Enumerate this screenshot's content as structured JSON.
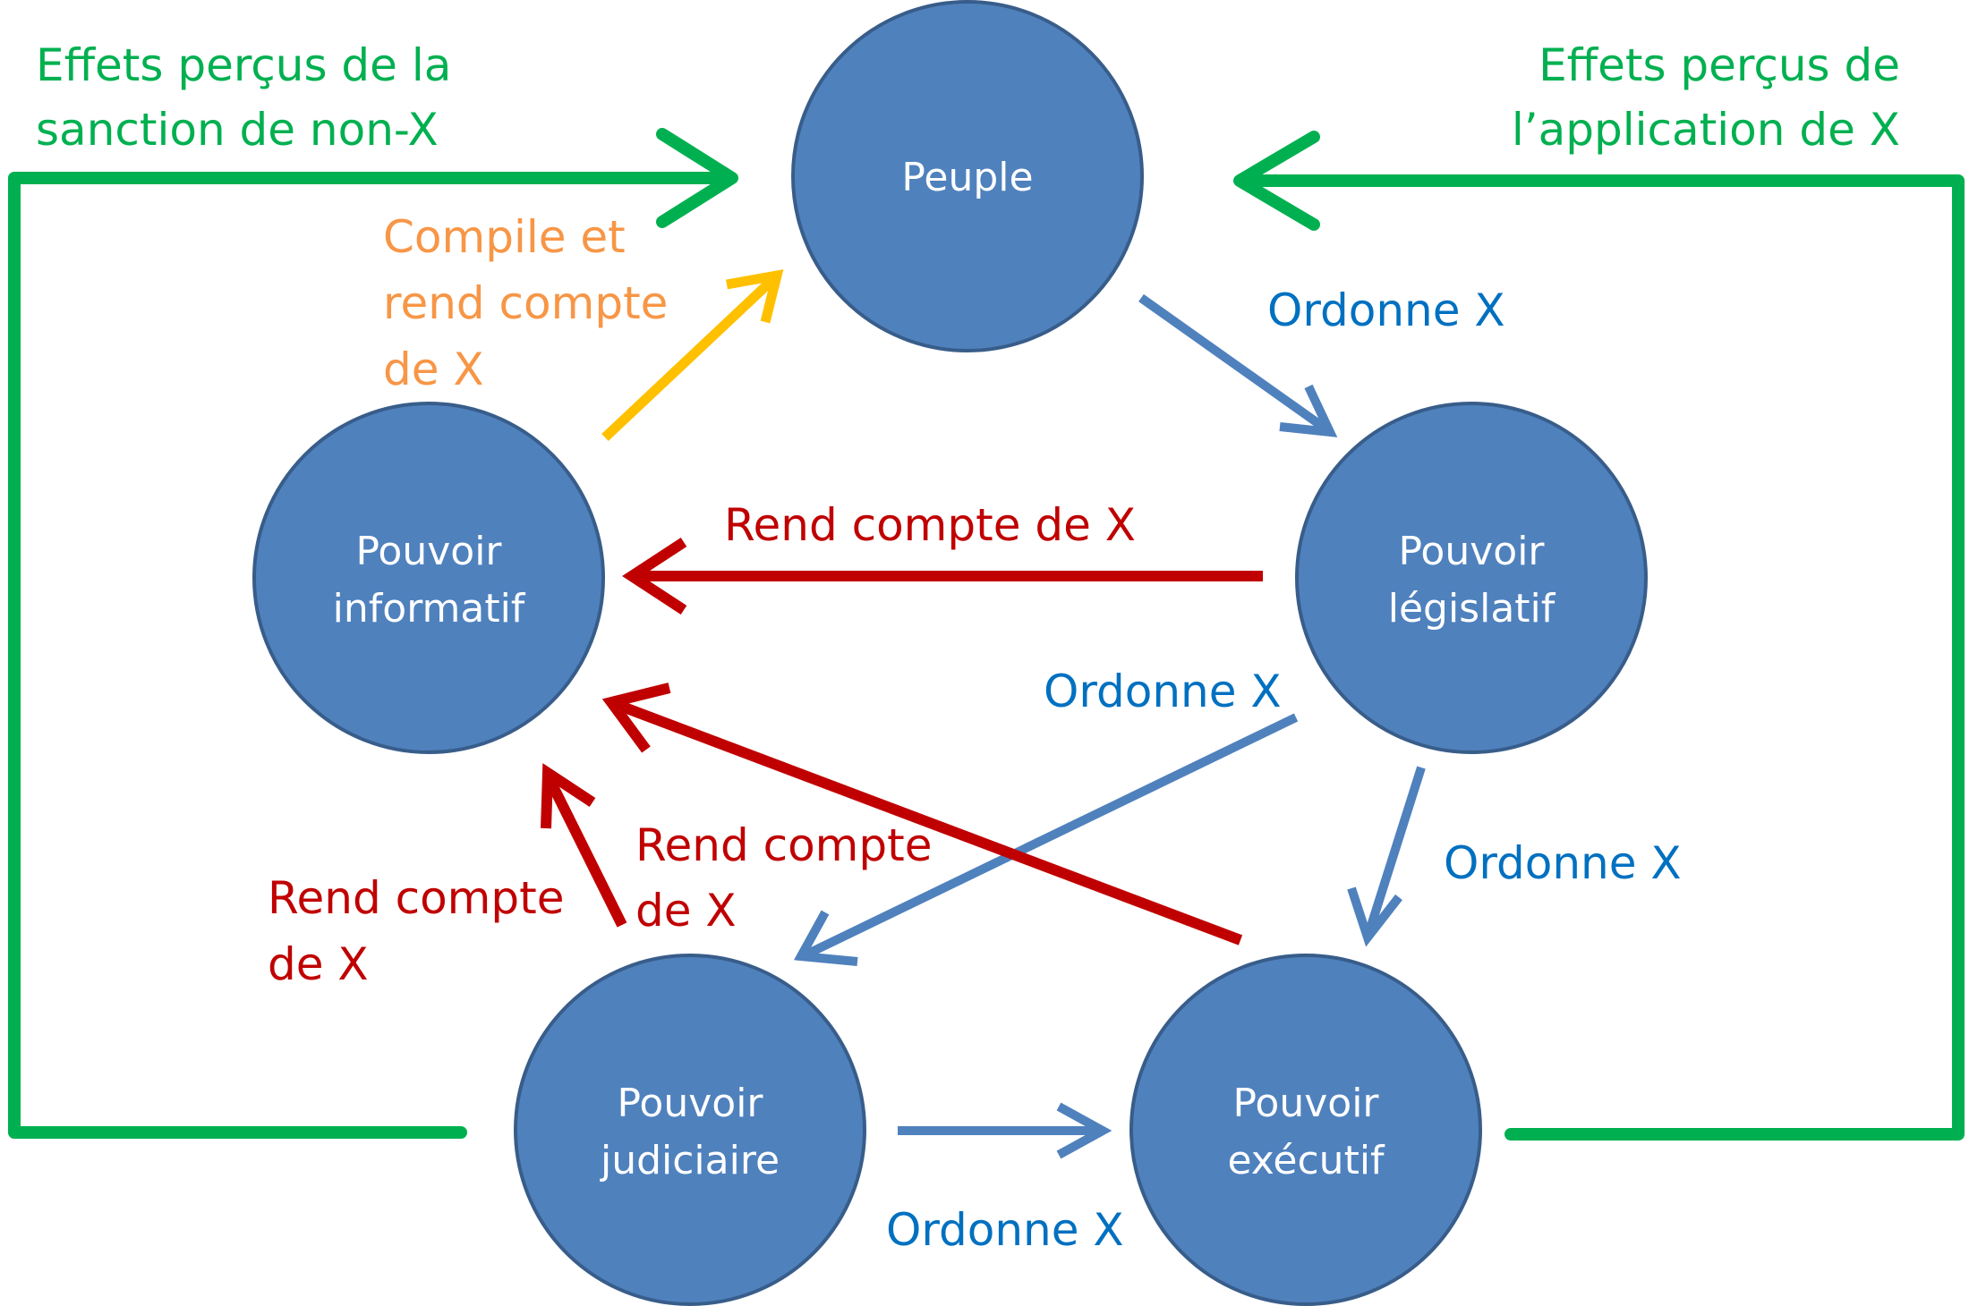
{
  "nodes": {
    "peuple": "Peuple",
    "informatif": [
      "Pouvoir",
      "informatif"
    ],
    "legislatif": [
      "Pouvoir",
      "législatif"
    ],
    "judiciaire": [
      "Pouvoir",
      "judiciaire"
    ],
    "executif": [
      "Pouvoir",
      "exécutif"
    ]
  },
  "labels": {
    "effets_sanction": [
      "Effets perçus de la",
      "sanction de non-X"
    ],
    "effets_application": [
      "Effets perçus de",
      "l’application de X"
    ],
    "compile": [
      "Compile et",
      "rend compte",
      "de X"
    ],
    "ordonne_peuple_legislatif": "Ordonne X",
    "rend_compte_legislatif_informatif": "Rend compte de X",
    "ordonne_legislatif_judiciaire": "Ordonne X",
    "ordonne_legislatif_executif": "Ordonne X",
    "rend_compte_executif_informatif": [
      "Rend compte",
      "de X"
    ],
    "rend_compte_judiciaire_informatif": [
      "Rend compte",
      "de X"
    ],
    "ordonne_judiciaire_executif": "Ordonne X"
  },
  "colors": {
    "node_fill": "#4f81bd",
    "node_stroke": "#385d8a",
    "green": "#00b050",
    "orange_text": "#f79646",
    "yellow_arrow": "#ffc000",
    "blue": "#4f81bd",
    "blue_text": "#0070c0",
    "red": "#c00000"
  }
}
